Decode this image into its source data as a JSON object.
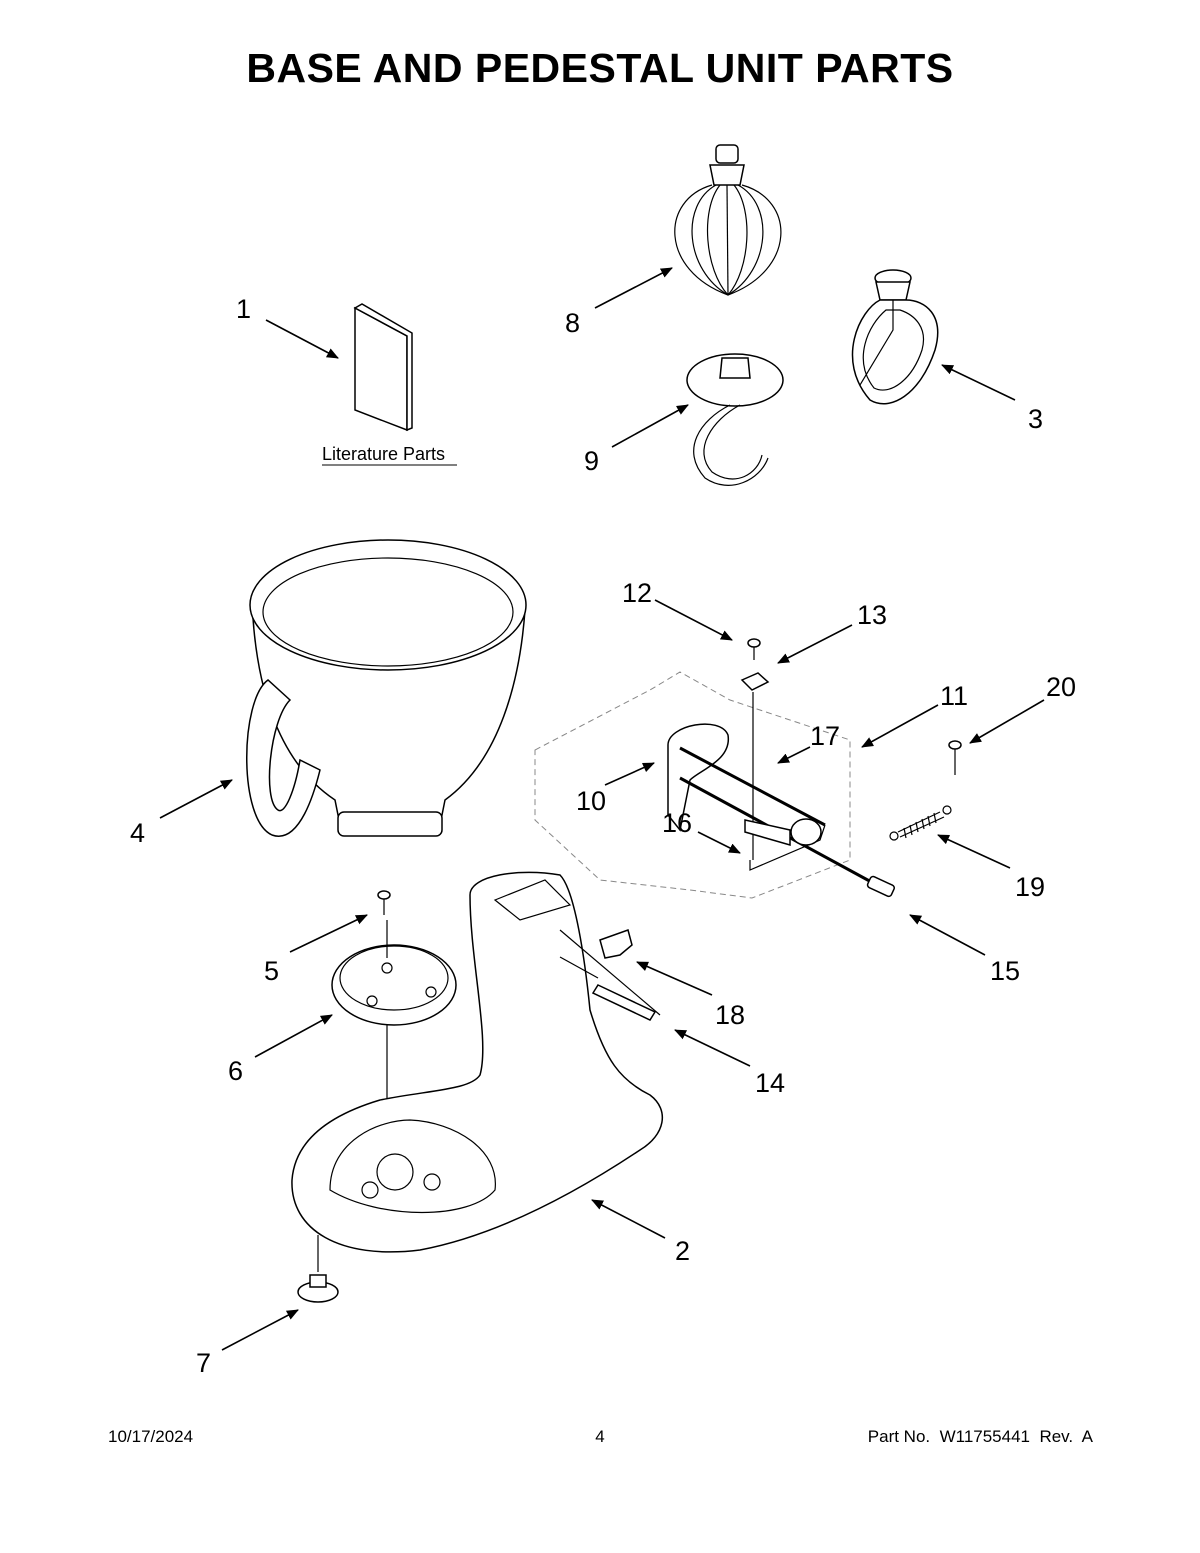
{
  "title": "BASE AND PEDESTAL UNIT PARTS",
  "literature_label": "Literature Parts",
  "callouts": [
    "1",
    "2",
    "3",
    "4",
    "5",
    "6",
    "7",
    "8",
    "9",
    "10",
    "11",
    "12",
    "13",
    "14",
    "15",
    "16",
    "17",
    "18",
    "19",
    "20"
  ],
  "footer": {
    "date": "10/17/2024",
    "page": "4",
    "part_no": "Part No.  W11755441  Rev.  A"
  }
}
